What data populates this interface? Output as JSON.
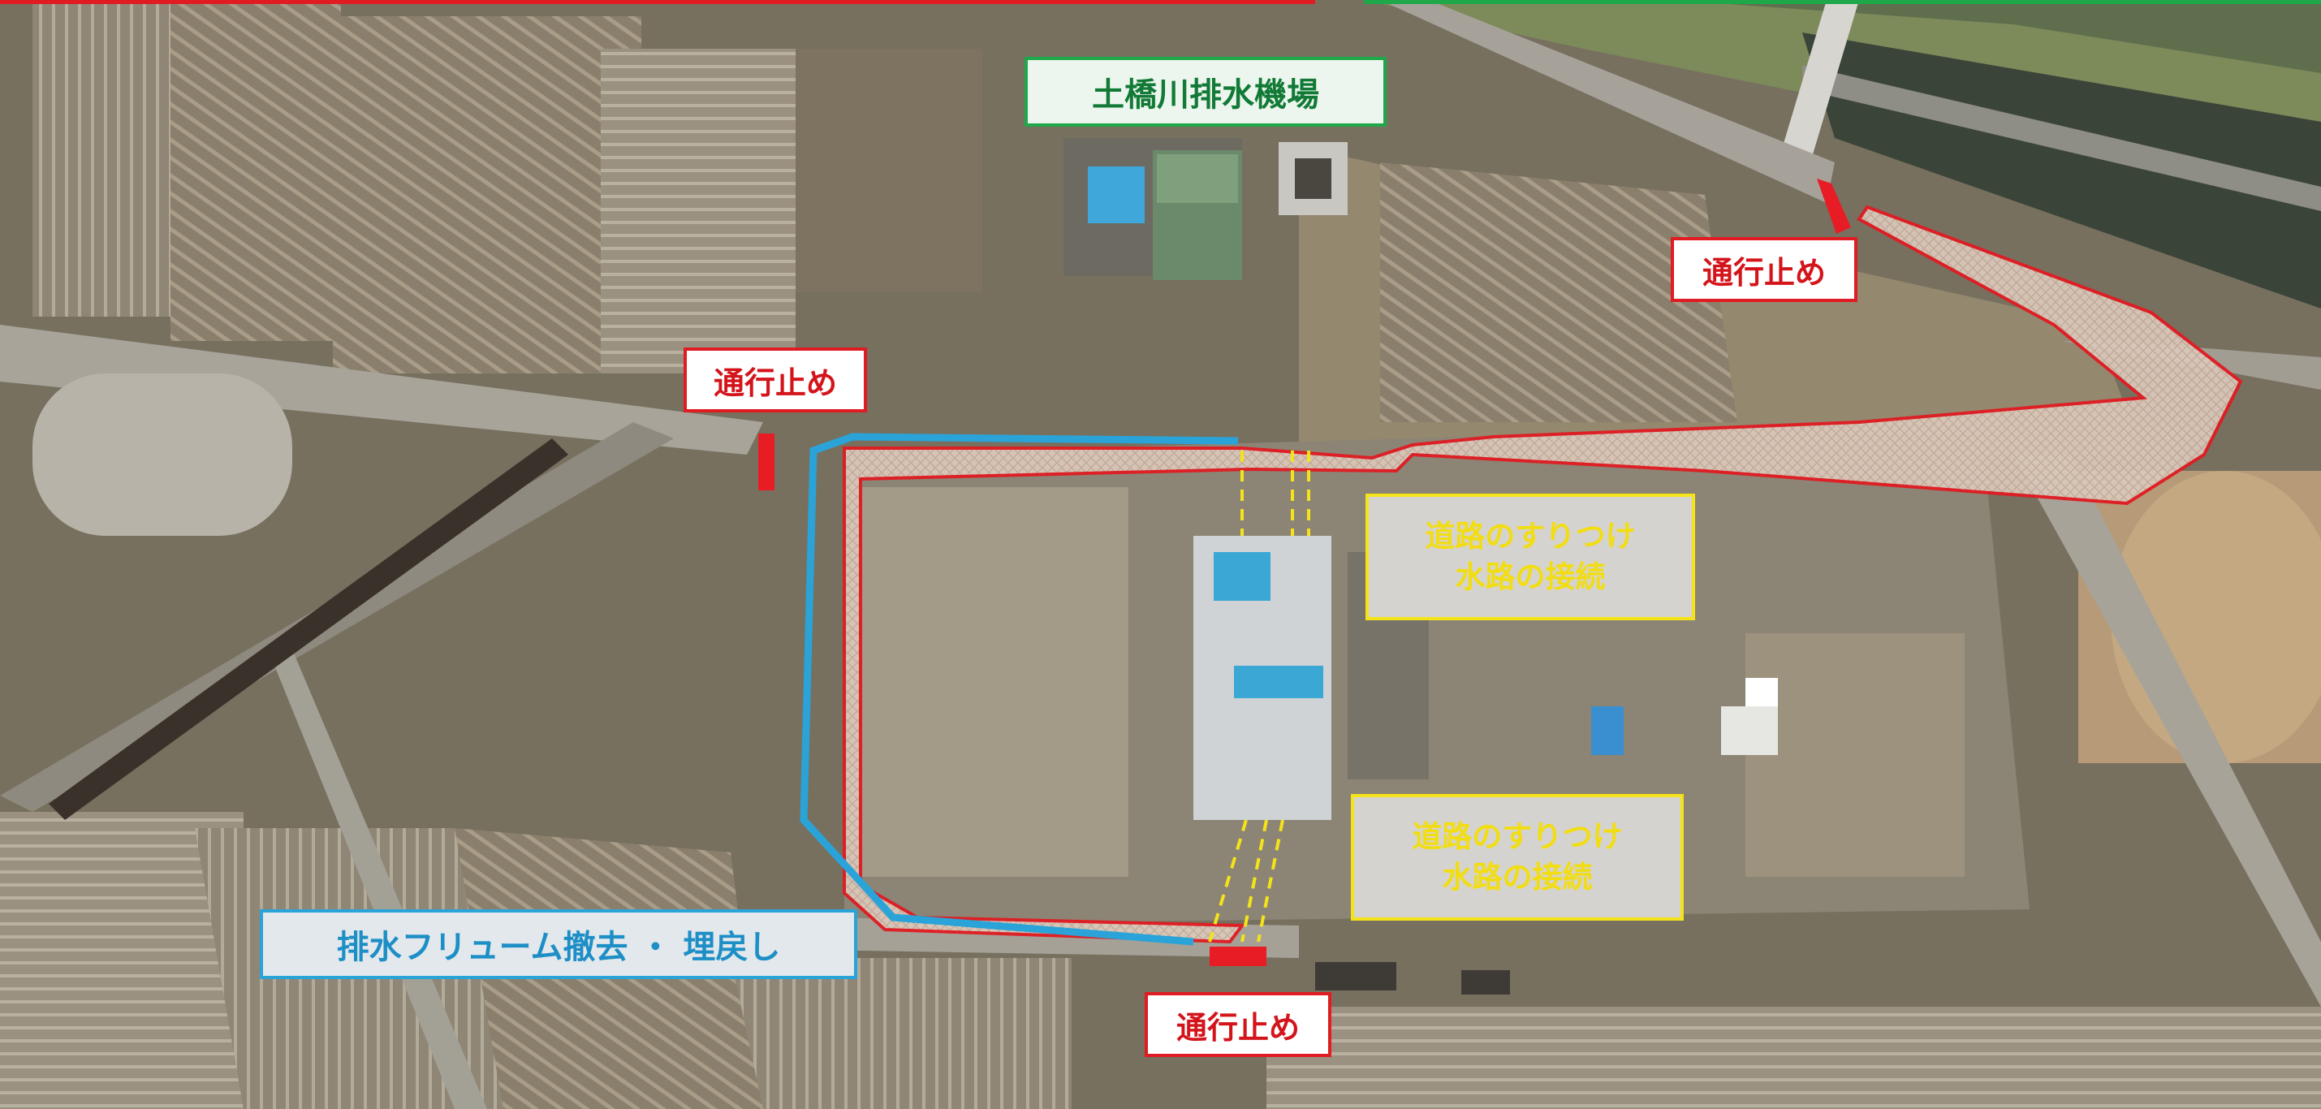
{
  "labels": {
    "pump_station": "土橋川排水機場",
    "road_stop": "通行止め",
    "road_connection_line1": "道路のすりつけ",
    "road_connection_line2": "水路の接続",
    "flume_removal": "排水フリューム撤去 ・ 埋戻し"
  },
  "colors": {
    "detour_route_outline": "#e11b22",
    "flume_outline": "#2aa3d8",
    "connection_marker": "#f5e31a",
    "station_label_border": "#1fa84a",
    "road_block_marker": "#e81c24"
  }
}
